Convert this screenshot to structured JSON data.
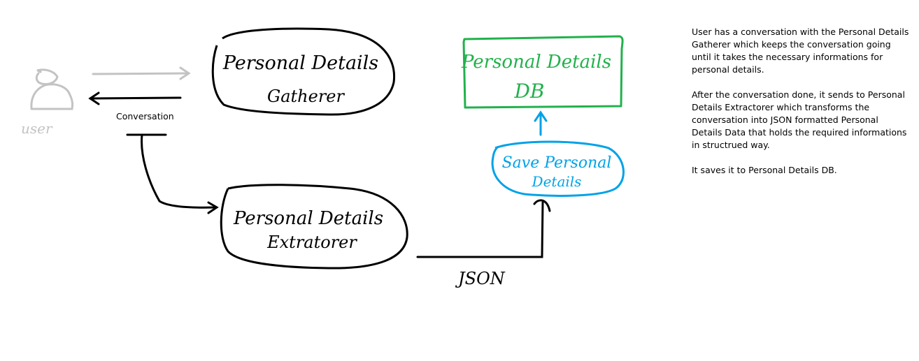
{
  "nodes": {
    "user": {
      "label": "user",
      "color": "#c3c3c3"
    },
    "gatherer": {
      "line1": "Personal Details",
      "line2": "Gatherer"
    },
    "extractor": {
      "line1": "Personal Details",
      "line2": "Extratorer"
    },
    "db": {
      "line1": "Personal Details",
      "line2": "DB",
      "color": "#22b14c"
    },
    "save": {
      "line1": "Save Personal",
      "line2": "Details",
      "color": "#00a2e8"
    }
  },
  "edges": {
    "conversation_label": "Conversation",
    "json_label": "JSON"
  },
  "colors": {
    "ink": "#000000",
    "user_gray": "#c3c3c3",
    "db_green": "#22b14c",
    "save_blue": "#00a2e8"
  },
  "description": {
    "p1": "User has a conversation with the Personal Details Gatherer which keeps the conversation going until it takes the necessary informations for personal details.",
    "p2": "After the conversation done, it sends to Personal Details Extractorer which transforms the conversation into JSON formatted Personal Details Data that holds the required informations in structrued way.",
    "p3": "It saves it to Personal Details DB."
  }
}
